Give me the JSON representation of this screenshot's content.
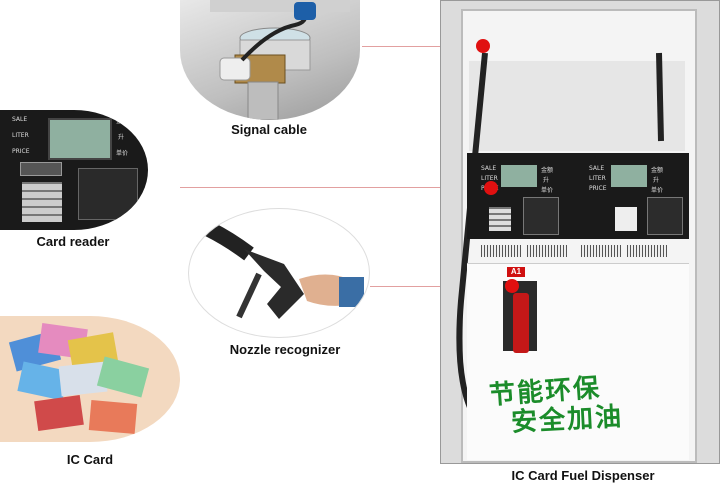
{
  "labels": {
    "signal_cable": "Signal cable",
    "card_reader": "Card reader",
    "nozzle_recognizer": "Nozzle recognizer",
    "ic_card": "IC Card",
    "dispenser": "IC Card Fuel Dispenser"
  },
  "reader_panel": {
    "sale": "SALE",
    "liter": "LITER",
    "price": "PRICE",
    "sale_cn": "金额",
    "liter_cn": "升",
    "price_cn": "单价"
  },
  "dispenser_panel": {
    "sale": "SALE",
    "liter": "LITER",
    "price": "PRICE",
    "sale_cn": "金额",
    "liter_cn": "升",
    "price_cn": "单价",
    "nozzle_tag": "A1",
    "slogan_top": "节能环保",
    "slogan_bottom": "安全加油"
  },
  "colors": {
    "marker_red": "#e01010",
    "connector_line": "#e2a0a0",
    "slogan_green": "#1b8c2a"
  }
}
